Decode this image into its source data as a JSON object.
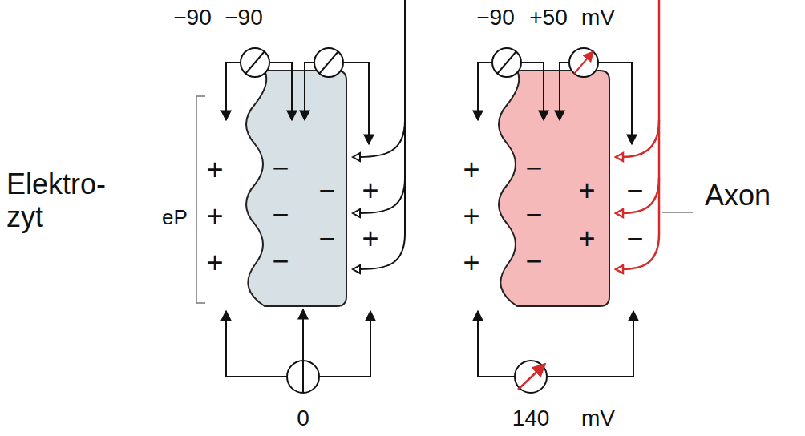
{
  "diagram": {
    "labels": [
      "−90",
      "−90",
      "−90",
      "+50",
      "mV",
      "Elektro- zyt",
      "eP",
      "Axon",
      "0",
      "140",
      "mV",
      "+",
      "+",
      "+",
      "−",
      "−",
      "−",
      "−",
      "−",
      "+",
      "+",
      "+",
      "+",
      "+",
      "−",
      "−",
      "−",
      "+",
      "+",
      "−",
      "−"
    ]
  }
}
